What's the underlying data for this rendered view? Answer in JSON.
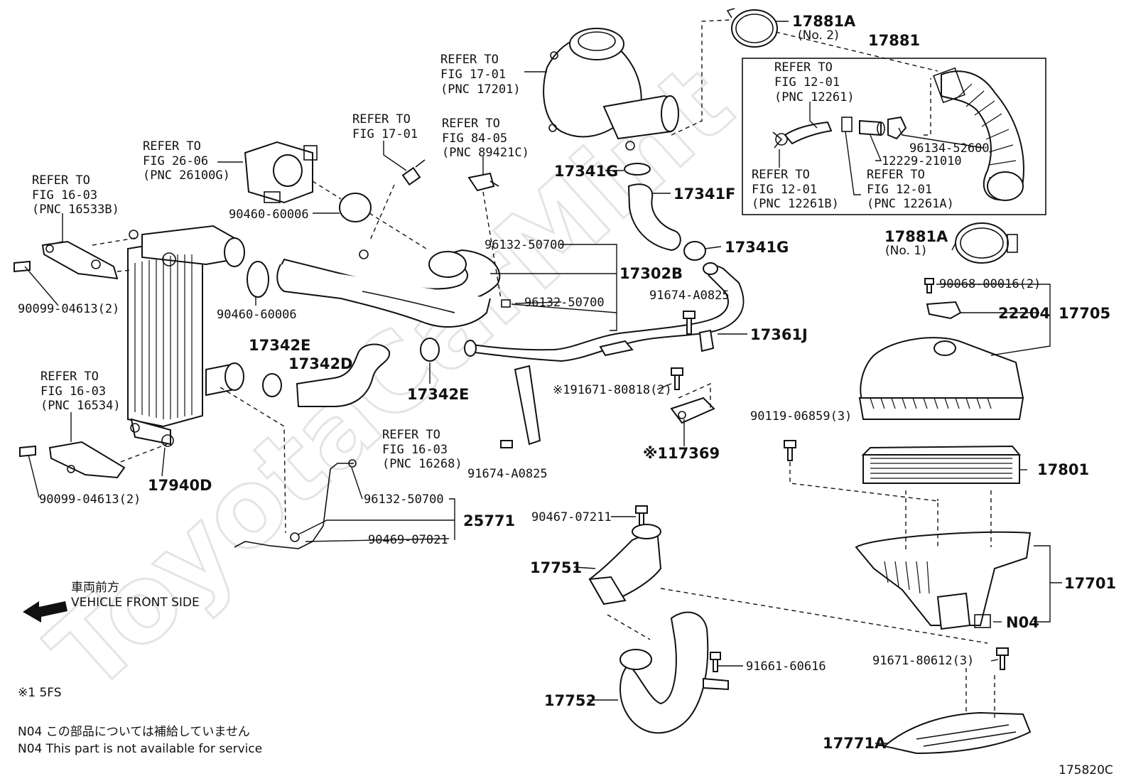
{
  "watermark": "ToyotaCarMint",
  "labels": {
    "p17881A_no2": "17881A",
    "p17881A_no2_sub": "(No. 2)",
    "p17881": "17881",
    "ref_17201_a": "REFER TO",
    "ref_17201_b": "FIG 17-01",
    "ref_17201_c": "(PNC 17201)",
    "ref_12261_a": "REFER TO",
    "ref_12261_b": "FIG 12-01",
    "ref_12261_c": "(PNC 12261)",
    "ref_17_01_a": "REFER TO",
    "ref_17_01_b": "FIG 17-01",
    "ref_89421C_a": "REFER TO",
    "ref_89421C_b": "FIG 84-05",
    "ref_89421C_c": "(PNC 89421C)",
    "ref_26100G_a": "REFER TO",
    "ref_26100G_b": "FIG 26-06",
    "ref_26100G_c": "(PNC 26100G)",
    "ref_16533B_a": "REFER TO",
    "ref_16533B_b": "FIG 16-03",
    "ref_16533B_c": "(PNC 16533B)",
    "p96134_52600": "96134-52600",
    "p12229_21010": "12229-21010",
    "ref_12261B_a": "REFER TO",
    "ref_12261B_b": "FIG 12-01",
    "ref_12261B_c": "(PNC 12261B)",
    "ref_12261A_a": "REFER TO",
    "ref_12261A_b": "FIG 12-01",
    "ref_12261A_c": "(PNC 12261A)",
    "p17341G_top": "17341G",
    "p17341F": "17341F",
    "p90460_60006_a": "90460-60006",
    "p96132_50700_a": "96132-50700",
    "p17341G_mid": "17341G",
    "p17881A_no1": "17881A",
    "p17881A_no1_sub": "(No. 1)",
    "p17302B": "17302B",
    "p90068_00016": "90068-00016(2)",
    "p90099_04613_a": "90099-04613(2)",
    "p90460_60006_b": "90460-60006",
    "p96132_50700_b": "96132-50700",
    "p91674_A0825_a": "91674-A0825",
    "p22204": "22204",
    "p17705": "17705",
    "p17361J": "17361J",
    "p17342E_a": "17342E",
    "p17342D": "17342D",
    "ref_16534_a": "REFER TO",
    "ref_16534_b": "FIG 16-03",
    "ref_16534_c": "(PNC 16534)",
    "p17342E_b": "17342E",
    "p91671_80818": "※191671-80818(2)",
    "p90119_06859": "90119-06859(3)",
    "p17369": "※117369",
    "ref_16268_a": "REFER TO",
    "ref_16268_b": "FIG 16-03",
    "ref_16268_c": "(PNC 16268)",
    "p91674_A0825_b": "91674-A0825",
    "p17801": "17801",
    "p17940D": "17940D",
    "p90099_04613_b": "90099-04613(2)",
    "p96132_50700_c": "96132-50700",
    "p25771": "25771",
    "p90467_07211": "90467-07211",
    "p90469_07021": "90469-07021",
    "p17751": "17751",
    "p17701": "17701",
    "p_N04": "N04",
    "p91661_60616": "91661-60616",
    "p91671_80612": "91671-80612(3)",
    "p17752": "17752",
    "p17771A": "17771A"
  },
  "notes": {
    "front_jp": "車両前方",
    "front_en": "VEHICLE FRONT SIDE",
    "footnote1": "※1 5FS",
    "n04_jp": "N04 この部品については補給していません",
    "n04_en": "N04 This part is not available for service",
    "fig_code": "175820C"
  }
}
